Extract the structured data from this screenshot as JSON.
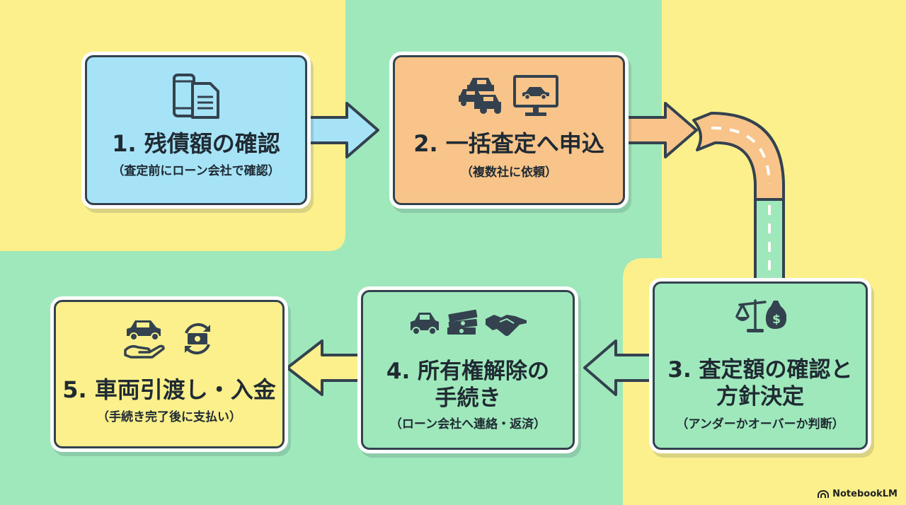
{
  "steps": [
    {
      "title": "1. 残債額の確認",
      "subtitle": "（査定前にローン会社で確認）",
      "color": "#a6e3f7",
      "icons": [
        "smartphone-icon",
        "document-icon"
      ]
    },
    {
      "title": "2. 一括査定へ申込",
      "subtitle": "（複数社に依頼）",
      "color": "#f8c48a",
      "icons": [
        "cars-icon",
        "monitor-car-icon"
      ]
    },
    {
      "title_lines": [
        "3. 査定額の確認と",
        "方針決定"
      ],
      "subtitle": "（アンダーかオーバーか判断）",
      "color": "#9ee8bb",
      "icons": [
        "scale-money-icon"
      ]
    },
    {
      "title_lines": [
        "4. 所有権解除の",
        "手続き"
      ],
      "subtitle": "（ローン会社へ連絡・返済）",
      "color": "#9ee8bb",
      "icons": [
        "car-icon",
        "cash-icon",
        "handshake-icon"
      ]
    },
    {
      "title": "5. 車両引渡し・入金",
      "subtitle": "（手続き完了後に支払い）",
      "color": "#fbf08c",
      "icons": [
        "car-hand-icon",
        "money-cycle-icon"
      ]
    }
  ],
  "colors": {
    "yellow": "#fbf08c",
    "green": "#9ee8bb",
    "outline": "#33424e",
    "road": "#f8c48a",
    "road_green": "#9ee8bb"
  },
  "brand": {
    "name": "NotebookLM"
  }
}
